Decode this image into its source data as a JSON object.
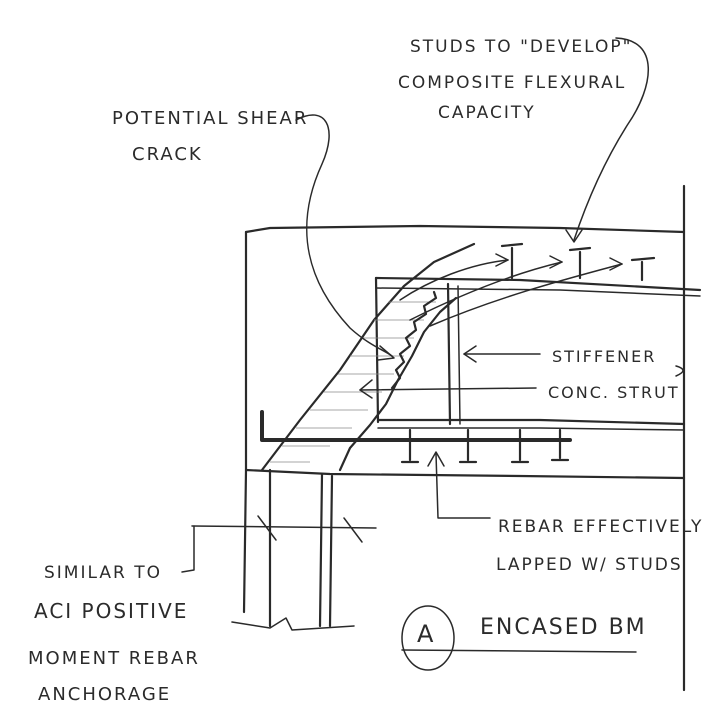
{
  "labels": {
    "studs_line1": "STUDS TO \"DEVELOP\"",
    "studs_line2": "COMPOSITE FLEXURAL",
    "studs_line3": "CAPACITY",
    "shear_line1": "POTENTIAL SHEAR",
    "shear_line2": "CRACK",
    "stiffener": "STIFFENER",
    "strut": "CONC. STRUT",
    "rebar_line1": "REBAR EFFECTIVELY",
    "rebar_line2": "LAPPED W/ STUDS",
    "aci_line1": "SIMILAR TO",
    "aci_line2": "ACI POSITIVE",
    "aci_line3": "MOMENT REBAR",
    "aci_line4": "ANCHORAGE",
    "section_mark": "A",
    "section_title": "ENCASED BM"
  }
}
